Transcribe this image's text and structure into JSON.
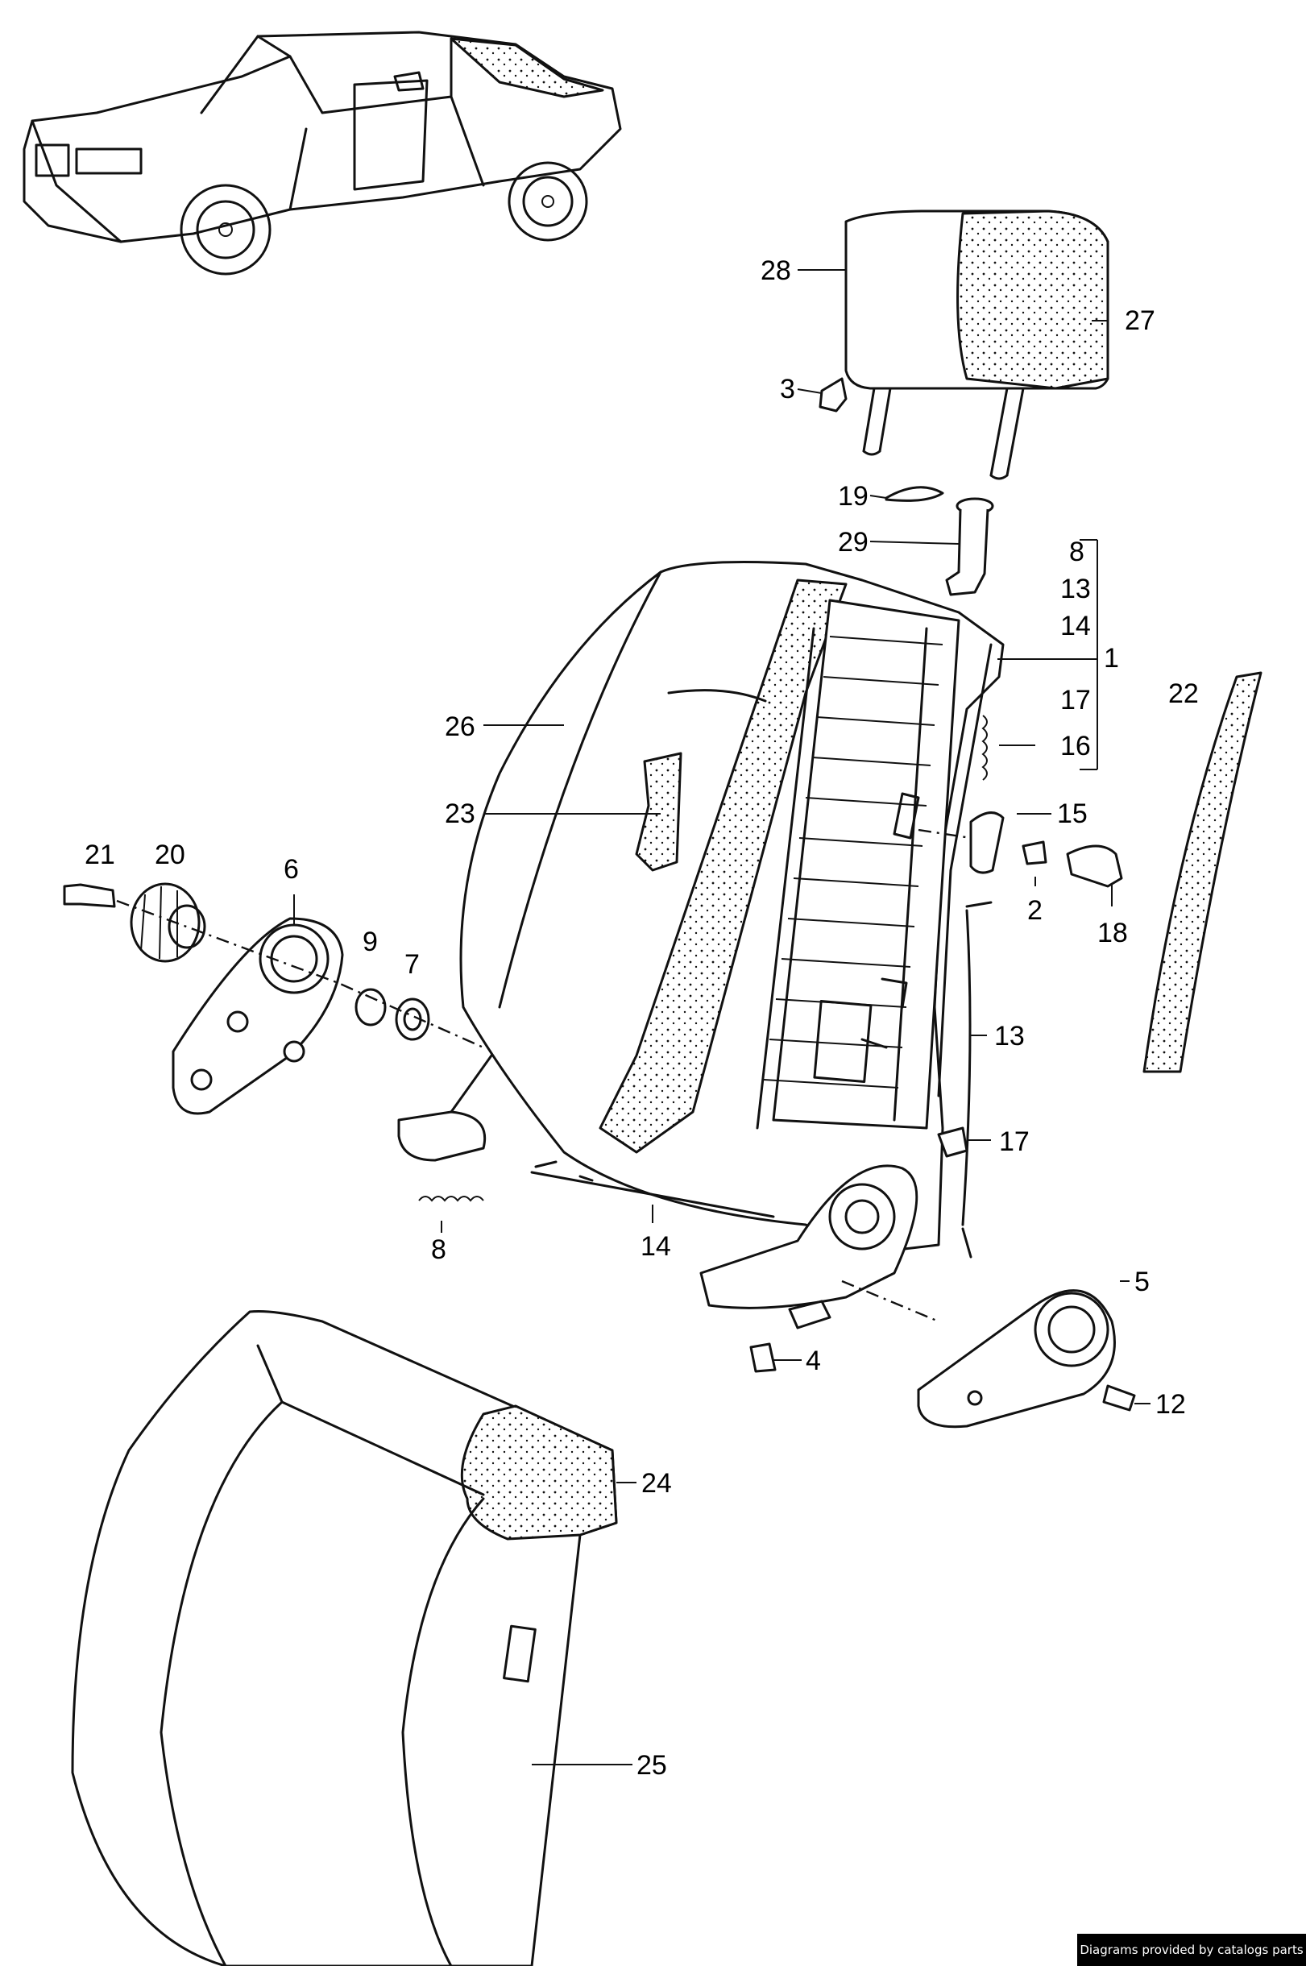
{
  "callouts": {
    "c1": "1",
    "c2": "2",
    "c3": "3",
    "c4": "4",
    "c5": "5",
    "c6": "6",
    "c7": "7",
    "c8a": "8",
    "c8b": "8",
    "c9": "9",
    "c12": "12",
    "c13a": "13",
    "c13b": "13",
    "c14a": "14",
    "c14b": "14",
    "c15": "15",
    "c16": "16",
    "c17a": "17",
    "c17b": "17",
    "c18": "18",
    "c19": "19",
    "c20": "20",
    "c21": "21",
    "c22": "22",
    "c23": "23",
    "c24": "24",
    "c25": "25",
    "c26": "26",
    "c27": "27",
    "c28": "28",
    "c29": "29"
  },
  "credit": "Diagrams provided by catalogs parts",
  "icons": [
    "convertible-car-thumbnail",
    "headrest",
    "seat-backrest-frame",
    "recliner-bracket",
    "backrest-cover"
  ],
  "colors": {
    "line": "#111111",
    "background": "#ffffff",
    "credit_bg": "#000000",
    "credit_text": "#ffffff"
  }
}
